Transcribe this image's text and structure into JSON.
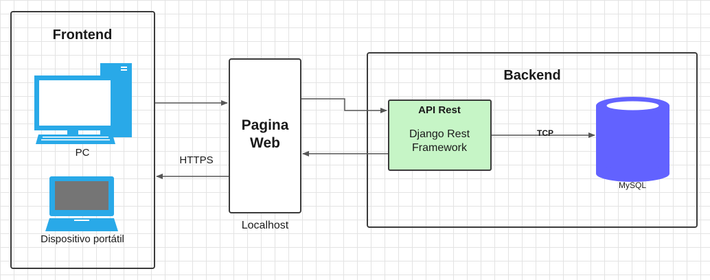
{
  "frontend": {
    "title": "Frontend",
    "pc_label": "PC",
    "laptop_label": "Dispositivo portátil"
  },
  "webpage": {
    "line1": "Pagina",
    "line2": "Web",
    "caption": "Localhost"
  },
  "backend": {
    "title": "Backend",
    "api_title": "API Rest",
    "api_line1": "Django Rest",
    "api_line2": "Framework",
    "db_label": "MySQL"
  },
  "connections": {
    "https_label": "HTTPS",
    "tcp_label": "TCP"
  },
  "colors": {
    "device_blue": "#29a9e8",
    "database_purple": "#6262ff",
    "api_green": "#c6f5c6"
  },
  "icons": [
    "desktop-pc-icon",
    "laptop-icon",
    "database-icon"
  ]
}
